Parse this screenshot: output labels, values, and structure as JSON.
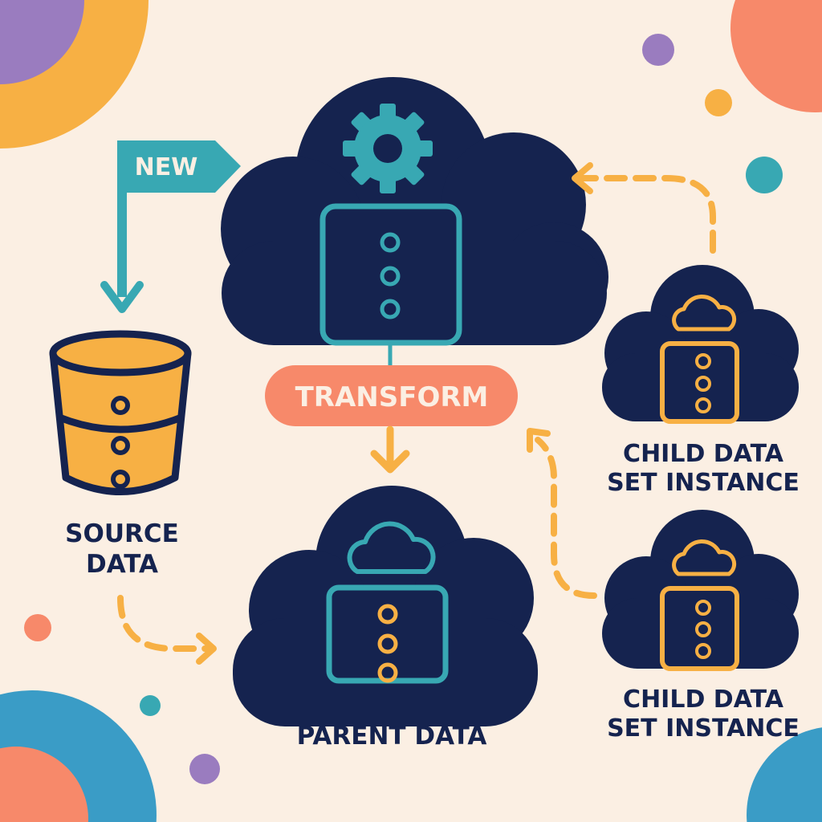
{
  "colors": {
    "background": "#fbefe3",
    "navy": "#15234f",
    "teal": "#38a8b3",
    "orange": "#f7b044",
    "coral": "#f7896a",
    "purple": "#9a7cbf",
    "blue": "#3a9cc6"
  },
  "labels": {
    "new": "NEW",
    "transform": "TRANSFORM",
    "source_line1": "SOURCE",
    "source_line2": "DATA",
    "parent": "PARENT DATA",
    "child1_line1": "CHILD DATA",
    "child1_line2": "SET INSTANCE",
    "child2_line1": "CHILD DATA",
    "child2_line2": "SET INSTANCE"
  }
}
